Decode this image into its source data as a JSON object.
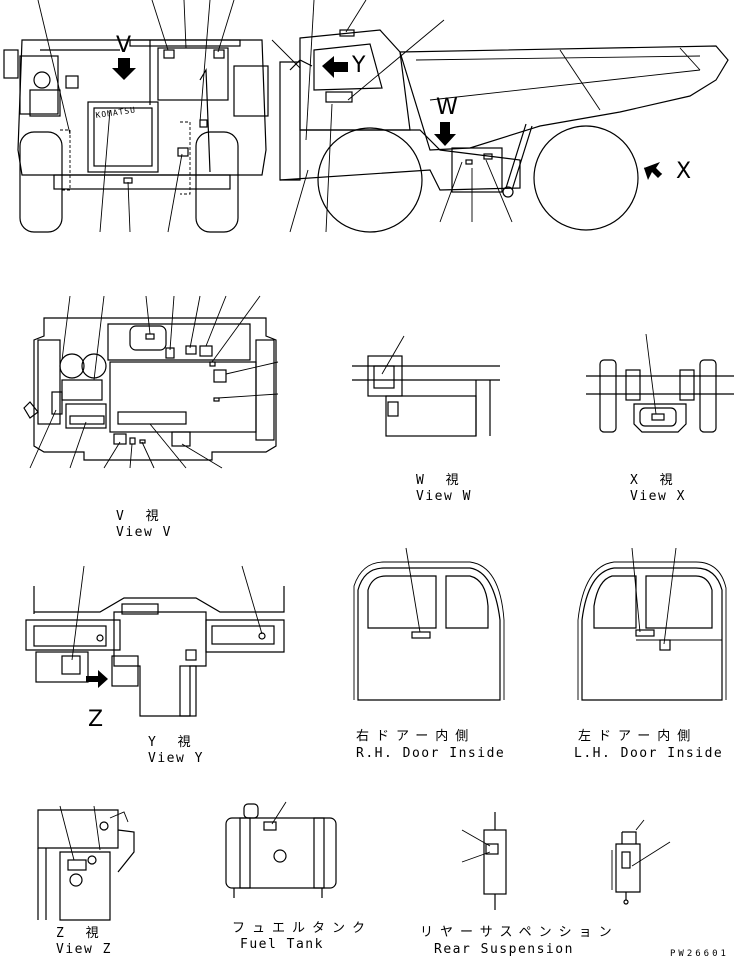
{
  "views": {
    "front_label_v": "V",
    "side_label_y": "Y",
    "side_label_w": "W",
    "side_label_x": "X",
    "view_v": {
      "jp": "V 視",
      "en": "View V"
    },
    "view_w": {
      "jp": "W 視",
      "en": "View W"
    },
    "view_x": {
      "jp": "X 視",
      "en": "View X"
    },
    "view_y": {
      "jp": "Y 視",
      "en": "View Y",
      "z_label": "Z"
    },
    "rh_door": {
      "jp": "右ドアー内側",
      "en": "R.H. Door Inside"
    },
    "lh_door": {
      "jp": "左ドアー内側",
      "en": "L.H. Door Inside"
    },
    "view_z": {
      "jp": "Z 視",
      "en": "View Z"
    },
    "fuel_tank": {
      "jp": "フュエルタンク",
      "en": "Fuel Tank"
    },
    "rear_suspension": {
      "jp": "リヤーサスペンション",
      "en": "Rear Suspension"
    }
  },
  "brand_plate": "KOMATSU",
  "drawing_number": "PW26601"
}
